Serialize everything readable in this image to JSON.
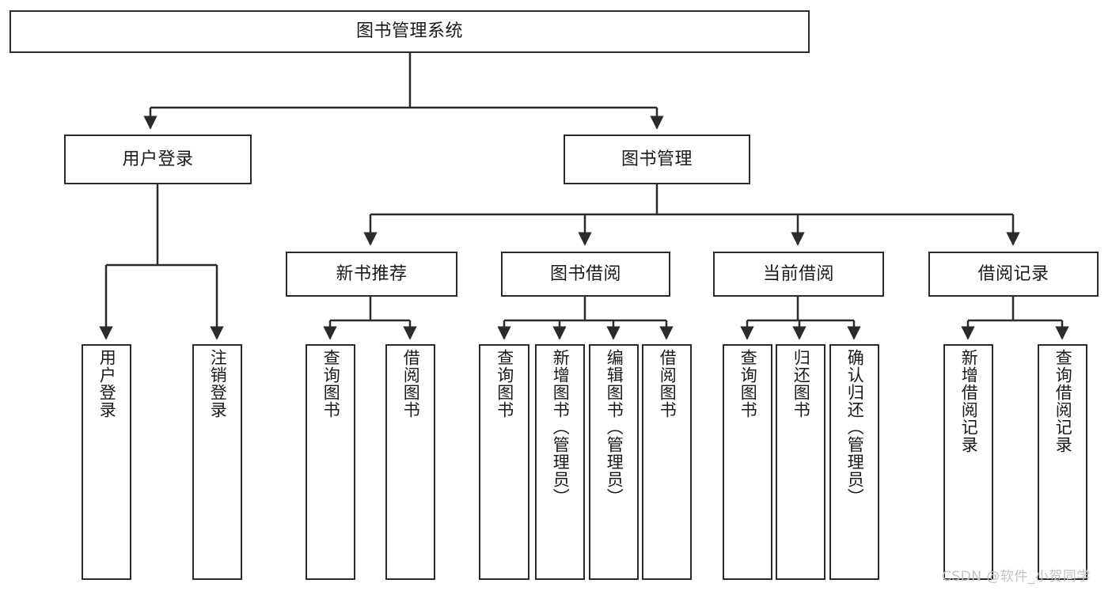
{
  "diagram": {
    "title": "图书管理系统",
    "type": "function-structure-tree",
    "root": {
      "label": "图书管理系统"
    },
    "level1": [
      {
        "label": "用户登录"
      },
      {
        "label": "图书管理"
      }
    ],
    "level2": [
      {
        "label": "新书推荐"
      },
      {
        "label": "图书借阅"
      },
      {
        "label": "当前借阅"
      },
      {
        "label": "借阅记录"
      }
    ],
    "leaves": {
      "user_login": [
        {
          "label": "用户登录"
        },
        {
          "label": "注销登录"
        }
      ],
      "new_book_recommend": [
        {
          "label": "查询图书"
        },
        {
          "label": "借阅图书"
        }
      ],
      "book_borrow": [
        {
          "label": "查询图书"
        },
        {
          "label": "新增图书（管理员）"
        },
        {
          "label": "编辑图书（管理员）"
        },
        {
          "label": "借阅图书"
        }
      ],
      "current_borrow": [
        {
          "label": "查询图书"
        },
        {
          "label": "归还图书"
        },
        {
          "label": "确认归还（管理员）"
        }
      ],
      "borrow_record": [
        {
          "label": "新增借阅记录"
        },
        {
          "label": "查询借阅记录"
        }
      ]
    }
  },
  "watermark": {
    "text": "CSDN @软件_小贺同学"
  },
  "colors": {
    "stroke": "#2b2b2b",
    "background": "#ffffff",
    "text": "#1a1a1a",
    "watermark": "#c2c2c2"
  }
}
